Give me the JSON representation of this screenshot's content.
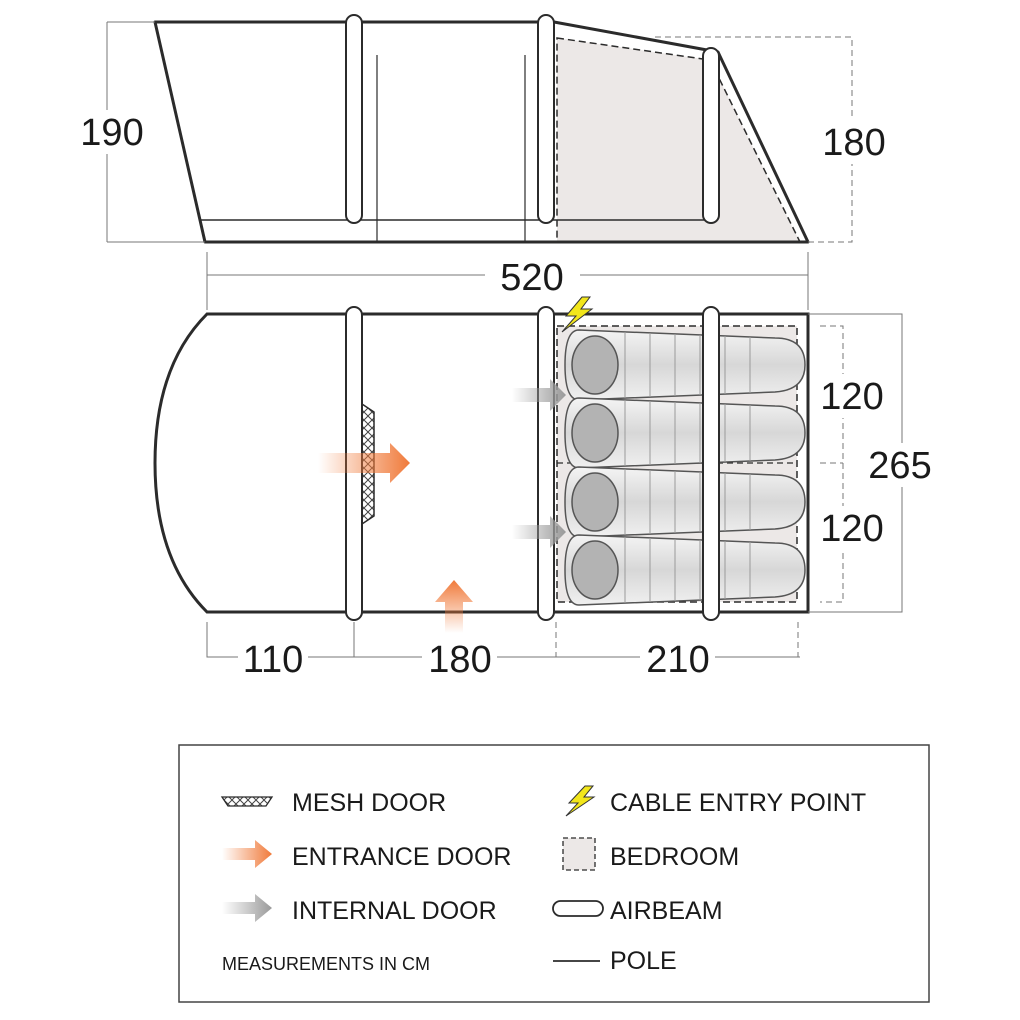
{
  "dimensions": {
    "side_height_front": "190",
    "side_height_rear": "180",
    "total_length": "520",
    "total_width": "265",
    "bedroom_width_upper": "120",
    "bedroom_width_lower": "120",
    "section_porch": "110",
    "section_living": "180",
    "section_bedroom": "210"
  },
  "legend": {
    "mesh_door": "MESH DOOR",
    "entrance_door": "ENTRANCE DOOR",
    "internal_door": "INTERNAL DOOR",
    "cable_entry_point": "CABLE ENTRY POINT",
    "bedroom": "BEDROOM",
    "airbeam": "AIRBEAM",
    "pole": "POLE",
    "measurements_note": "MEASUREMENTS IN CM"
  },
  "colors": {
    "outline": "#2b2b2b",
    "bedroom_fill": "#ece8e7",
    "entrance_arrow": "#f07a3a",
    "internal_arrow": "#9a9a9a",
    "cable_bolt": "#f2e61b",
    "sleeping_bag": "#dcdcdc"
  },
  "icons": {
    "mesh_door": "mesh-door-icon",
    "entrance_door": "entrance-arrow-icon",
    "internal_door": "internal-arrow-icon",
    "cable_entry_point": "lightning-bolt-icon",
    "bedroom": "bedroom-swatch-icon",
    "airbeam": "airbeam-icon",
    "pole": "pole-line-icon"
  }
}
